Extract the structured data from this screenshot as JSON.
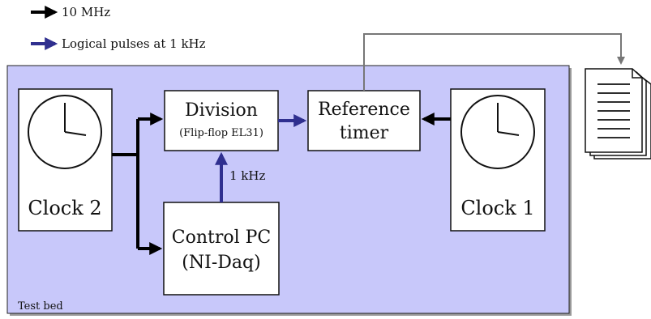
{
  "legend": {
    "black_label": "10 MHz",
    "blue_label": "Logical pulses at 1 kHz"
  },
  "testbed": {
    "label": "Test bed"
  },
  "boxes": {
    "clock2": {
      "label": "Clock 2"
    },
    "clock1": {
      "label": "Clock 1"
    },
    "division": {
      "title": "Division",
      "subtitle": "(Flip-flop EL31)"
    },
    "control_pc": {
      "line1": "Control PC",
      "line2": "(NI-Daq)"
    },
    "reference_timer": {
      "line1": "Reference",
      "line2": "timer"
    }
  },
  "links": {
    "pc_to_division_label": "1 kHz"
  },
  "colors": {
    "black_arrow": "#000000",
    "blue_arrow": "#2f2f8f",
    "gray_arrow": "#777777",
    "testbed_fill": "#c8c8fa"
  },
  "icons": {
    "clock": "clock-icon",
    "document": "document-stack-icon"
  }
}
